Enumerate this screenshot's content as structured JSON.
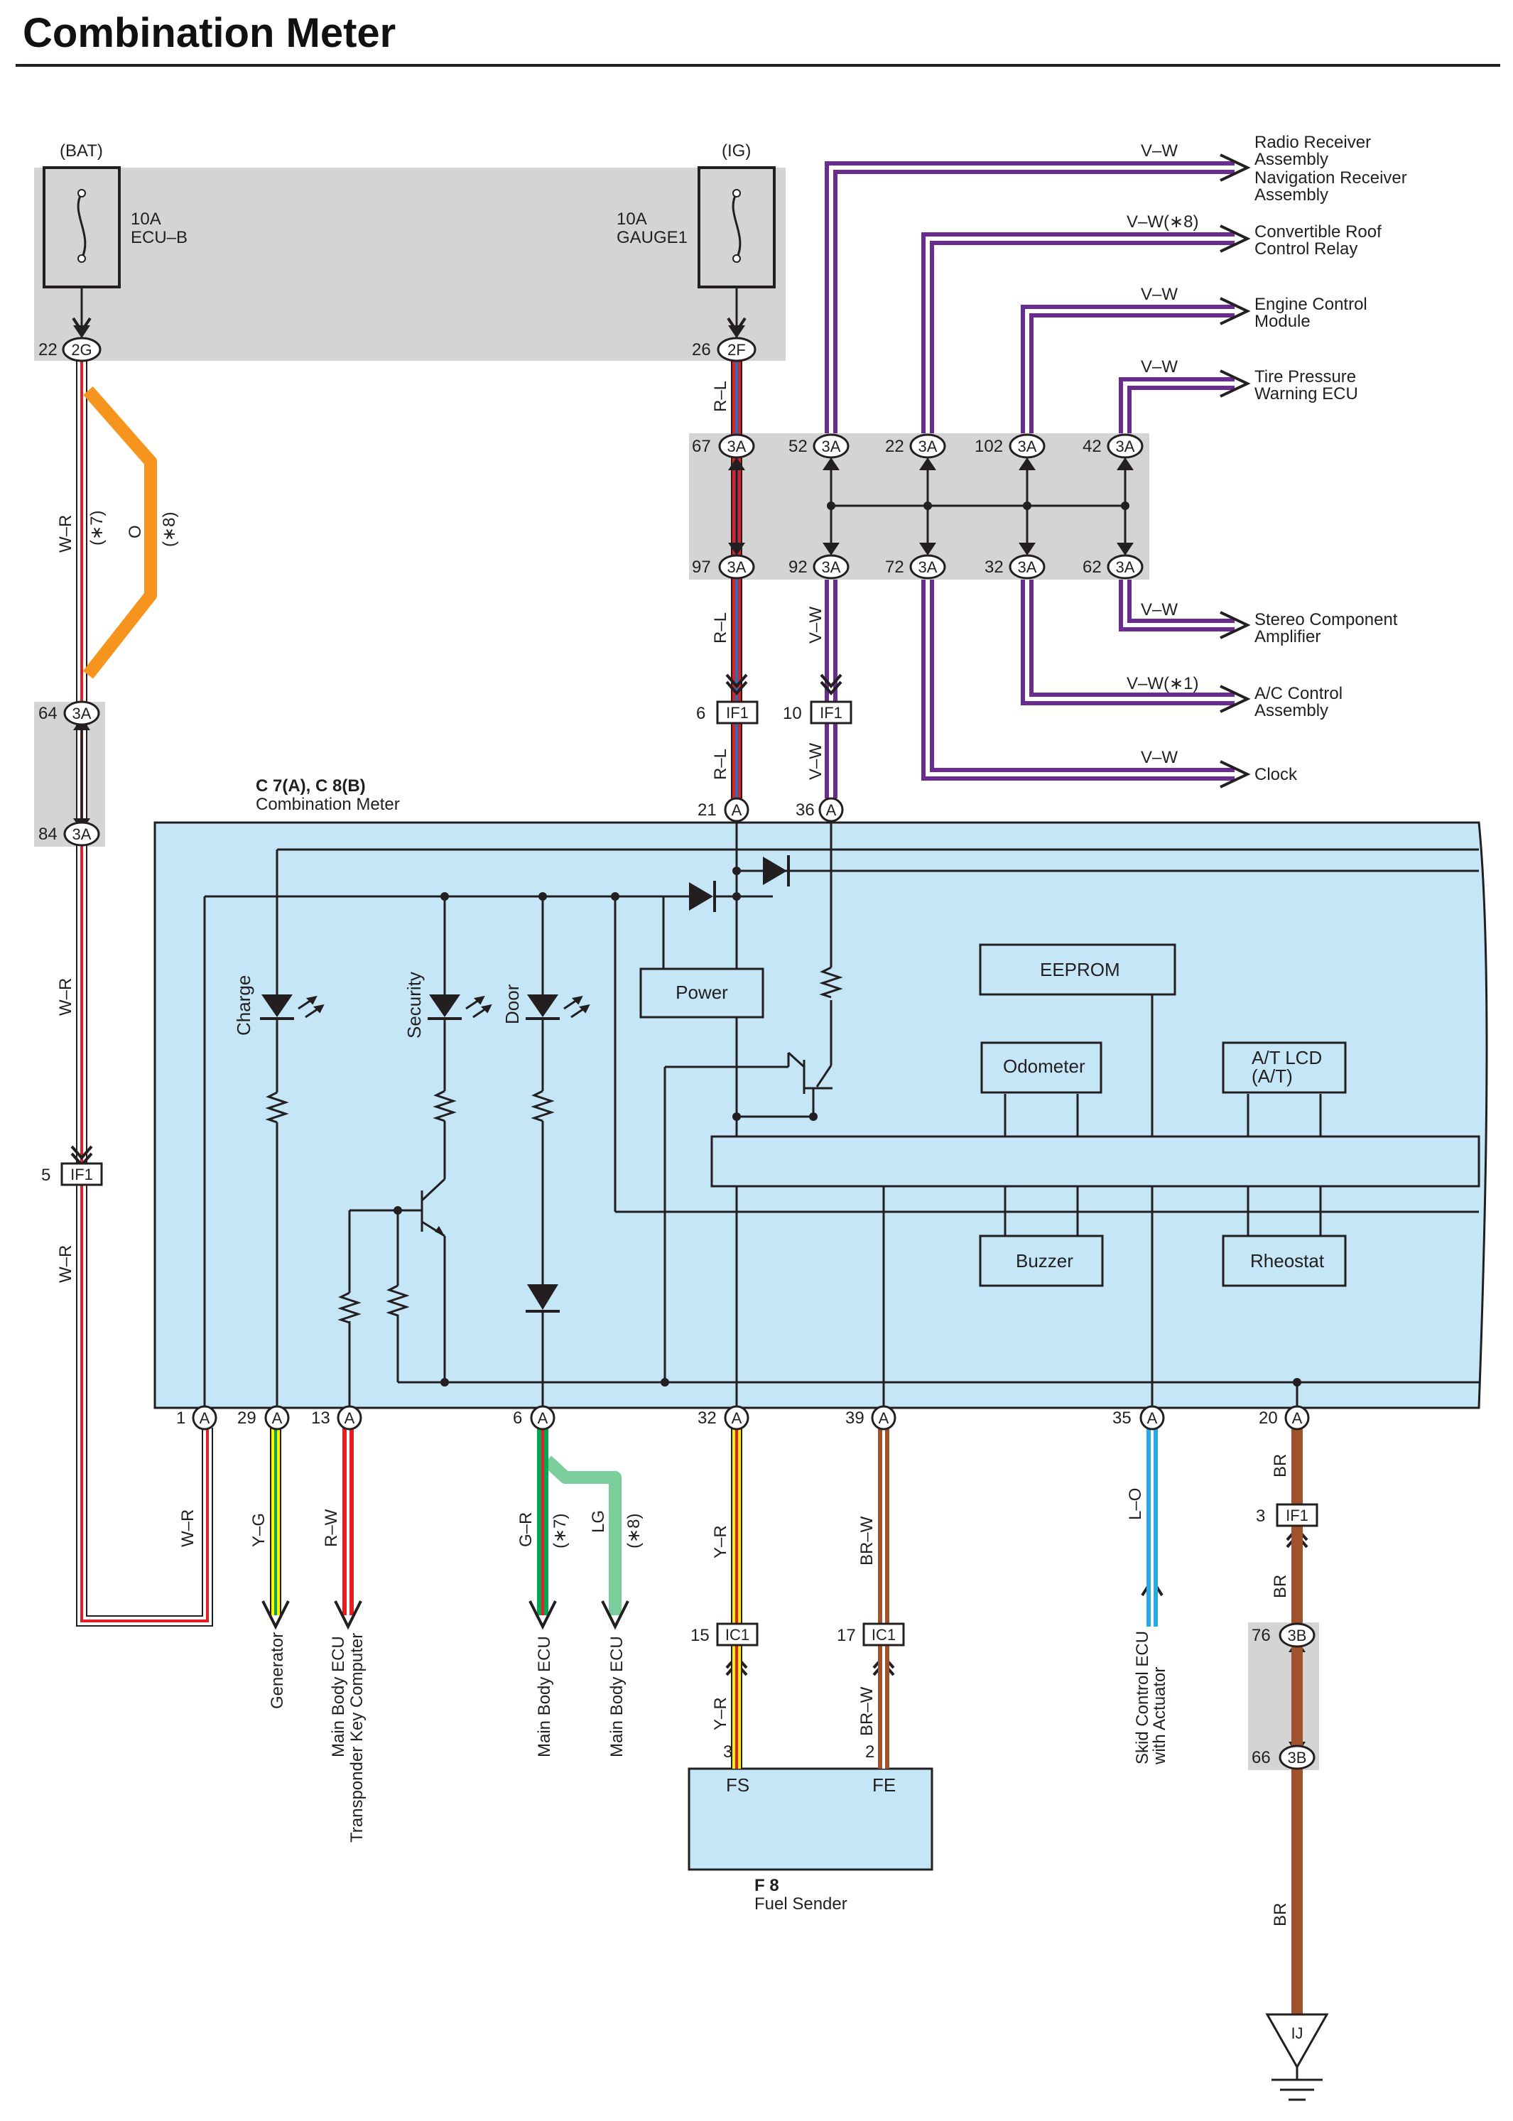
{
  "page": {
    "title": "Combination Meter"
  },
  "fuses": {
    "bat": {
      "source": "(BAT)",
      "amp": "10A",
      "name": "ECU–B"
    },
    "ig": {
      "source": "(IG)",
      "amp": "10A",
      "name": "GAUGE1"
    }
  },
  "meter": {
    "label": "C 7(A), C 8(B)",
    "name": "Combination Meter"
  },
  "fuel_sender": {
    "label": "F 8",
    "name": "Fuel Sender",
    "pin_fs": "FS",
    "pin_fe": "FE",
    "pin3": "3",
    "pin2": "2"
  },
  "blocks": {
    "power": "Power",
    "eeprom": "EEPROM",
    "odometer": "Odometer",
    "at_lcd_1": "A/T LCD",
    "at_lcd_2": "(A/T)",
    "buzzer": "Buzzer",
    "rheostat": "Rheostat"
  },
  "indicators": {
    "charge": "Charge",
    "security": "Security",
    "door": "Door"
  },
  "right_destinations": {
    "radio_1": "Radio Receiver",
    "radio_2": "Assembly",
    "radio_3": "Navigation Receiver",
    "radio_4": "Assembly",
    "roof_1": "Convertible Roof",
    "roof_2": "Control Relay",
    "ecm_1": "Engine Control",
    "ecm_2": "Module",
    "tire_1": "Tire Pressure",
    "tire_2": "Warning ECU",
    "stereo_1": "Stereo Component",
    "stereo_2": "Amplifier",
    "ac_1": "A/C Control",
    "ac_2": "Assembly",
    "clock": "Clock"
  },
  "bottom_destinations": {
    "generator": "Generator",
    "mbecu_tkc_1": "Main Body ECU",
    "mbecu_tkc_2": "Transponder Key Computer",
    "mbecu_door": "Main Body ECU",
    "mbecu_door_lg": "Main Body ECU",
    "skid_1": "Skid Control ECU",
    "skid_2": "with Actuator"
  },
  "wire_labels": {
    "vw1": "V–W",
    "vw_roof": "V–W(∗8)",
    "vw3": "V–W",
    "vw4": "V–W",
    "vw5": "V–W",
    "vw_ac": "V–W(∗1)",
    "vw7": "V–W",
    "rl_top": "R–L",
    "rl_mid": "R–L",
    "rl_low": "R–L",
    "vw_mid": "V–W",
    "vw_low": "V–W",
    "wr_top": "W–R",
    "wr_7": "(∗7)",
    "o": "O",
    "o_8": "(∗8)",
    "wr_mid": "W–R",
    "wr_low": "W–R",
    "wr_bot": "W–R",
    "yg": "Y–G",
    "rw": "R–W",
    "gr": "G–R",
    "gr_7": "(∗7)",
    "lg": "LG",
    "lg_8": "(∗8)",
    "yr": "Y–R",
    "yr2": "Y–R",
    "brw": "BR–W",
    "brw2": "BR–W",
    "lo": "L–O",
    "br1": "BR",
    "br2": "BR",
    "br3": "BR"
  },
  "pins": {
    "p22": "22",
    "c2g": "2G",
    "p26": "26",
    "c2f": "2F",
    "p67": "67",
    "p52": "52",
    "p22b": "22",
    "p102": "102",
    "p42": "42",
    "p97": "97",
    "p92": "92",
    "p72": "72",
    "p32": "32",
    "p62": "62",
    "c3a": "3A",
    "c3b": "3B",
    "ca": "A",
    "p64": "64",
    "p84": "84",
    "p5": "5",
    "p6": "6",
    "p10": "10",
    "if1": "IF1",
    "ic1": "IC1",
    "p21": "21",
    "p36": "36",
    "b1": "1",
    "b29": "29",
    "b13": "13",
    "b6": "6",
    "b32": "32",
    "b39": "39",
    "b35": "35",
    "b20": "20",
    "p15": "15",
    "p17": "17",
    "p3": "3",
    "p76": "76",
    "p66": "66",
    "ground": "IJ"
  },
  "colors": {
    "white": "#ffffff",
    "red": "#e31e24",
    "blue": "#1c75bc",
    "purple": "#6b2c91",
    "orange": "#f7941d",
    "yellow": "#fff200",
    "green": "#00a651",
    "lightgreen": "#7ccd9c",
    "brown": "#a0522d",
    "lightblue": "#29abe2",
    "meter_bg": "#c5e6f7",
    "gray": "#d4d4d4"
  }
}
